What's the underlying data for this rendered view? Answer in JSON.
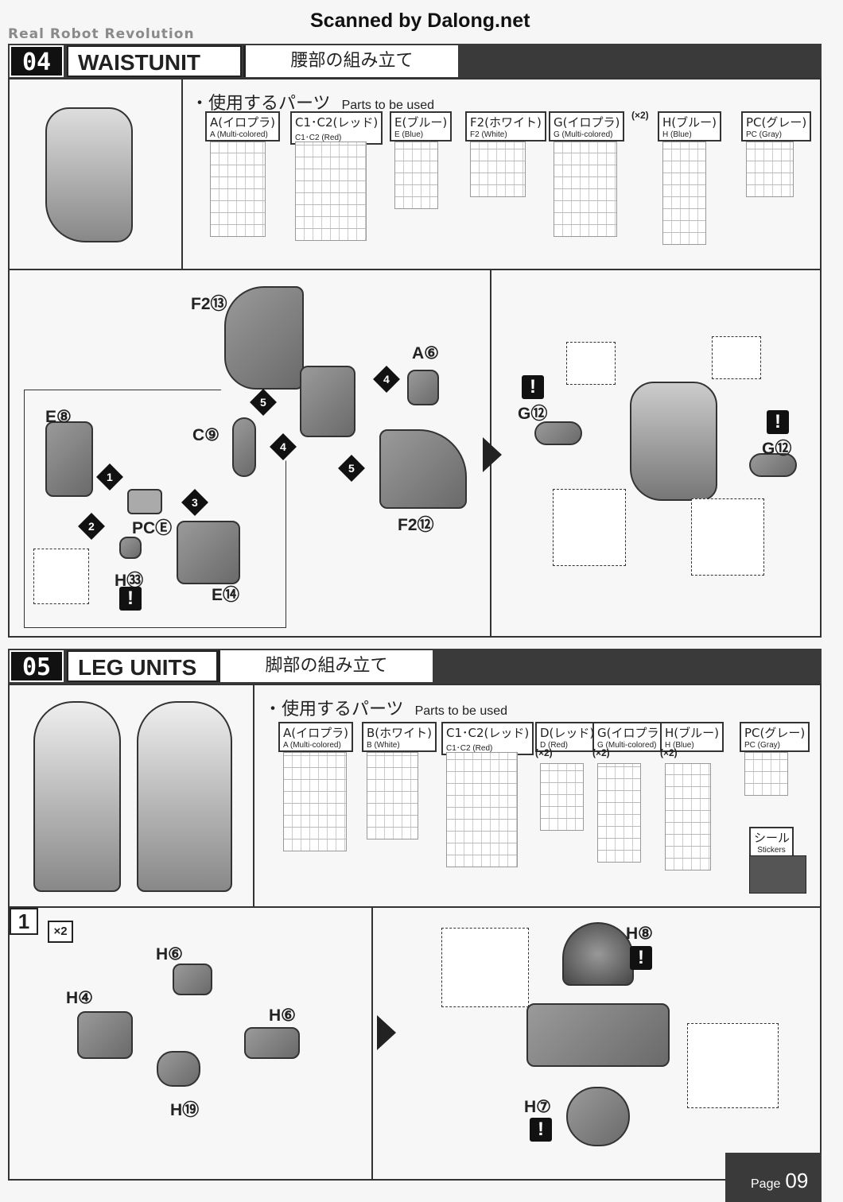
{
  "scan_credit": "Scanned by Dalong.net",
  "brand": "Real Robot Revolution",
  "sections": [
    {
      "number": "04",
      "title": "WAISTUNIT",
      "title_jp": "腰部の組み立て",
      "parts_heading_jp": "・使用するパーツ",
      "parts_heading_en": "Parts to be used",
      "parts": [
        {
          "jp": "A(イロプラ)",
          "en": "A (Multi-colored)",
          "mult": ""
        },
        {
          "jp": "C1･C2(レッド)",
          "en": "C1･C2 (Red)",
          "mult": ""
        },
        {
          "jp": "E(ブルー)",
          "en": "E (Blue)",
          "mult": ""
        },
        {
          "jp": "F2(ホワイト)",
          "en": "F2 (White)",
          "mult": ""
        },
        {
          "jp": "G(イロプラ)",
          "en": "G (Multi-colored)",
          "mult": "(×2)"
        },
        {
          "jp": "H(ブルー)",
          "en": "H (Blue)",
          "mult": ""
        },
        {
          "jp": "PC(グレー)",
          "en": "PC (Gray)",
          "mult": ""
        }
      ],
      "labels": [
        "F2⑬",
        "A⑥",
        "E⑧",
        "C⑨",
        "PCⒺ",
        "H㉝",
        "E⑭",
        "F2⑫",
        "G⑫",
        "G⑫"
      ],
      "steps": [
        "1",
        "2",
        "3",
        "4",
        "4",
        "5",
        "5",
        "5"
      ],
      "warning": "!"
    },
    {
      "number": "05",
      "title": "LEG UNITS",
      "title_jp": "脚部の組み立て",
      "parts_heading_jp": "・使用するパーツ",
      "parts_heading_en": "Parts to be used",
      "parts": [
        {
          "jp": "A(イロプラ)",
          "en": "A (Multi-colored)",
          "mult": ""
        },
        {
          "jp": "B(ホワイト)",
          "en": "B (White)",
          "mult": ""
        },
        {
          "jp": "C1･C2(レッド)",
          "en": "C1･C2 (Red)",
          "mult": ""
        },
        {
          "jp": "D(レッド)",
          "en": "D (Red)",
          "mult": "(×2)"
        },
        {
          "jp": "G(イロプラ)",
          "en": "G (Multi-colored)",
          "mult": "(×2)"
        },
        {
          "jp": "H(ブルー)",
          "en": "H (Blue)",
          "mult": "(×2)"
        },
        {
          "jp": "PC(グレー)",
          "en": "PC (Gray)",
          "mult": ""
        }
      ],
      "stickers_jp": "シール",
      "stickers_en": "Stickers",
      "step_number": "1",
      "step_multiplier": "×2",
      "labels": [
        "H⑥",
        "H④",
        "H⑥",
        "H⑲",
        "H⑧",
        "H⑦"
      ],
      "warning": "!"
    }
  ],
  "footer": {
    "page_label": "Page",
    "page_number": "09"
  }
}
